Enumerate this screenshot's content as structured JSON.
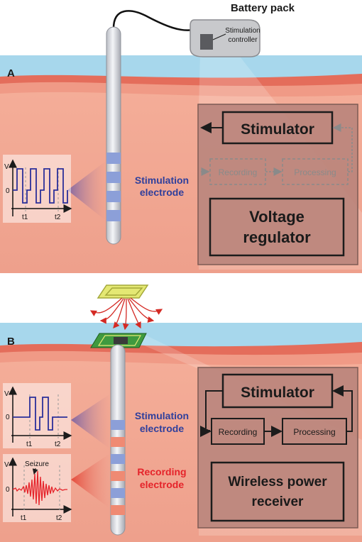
{
  "panel_a": {
    "letter": "A",
    "battery_label": "Battery pack",
    "controller_label": [
      "Stimulation",
      "controller"
    ],
    "electrode_label": [
      "Stimulation",
      "electrode"
    ],
    "blocks": {
      "stimulator": "Stimulator",
      "recording": "Recording",
      "processing": "Processing",
      "regulator": [
        "Voltage",
        "regulator"
      ]
    },
    "graph": {
      "y_label": "V",
      "zero": "0",
      "t1": "t1",
      "t2": "t2"
    }
  },
  "panel_b": {
    "letter": "B",
    "stim_label": [
      "Stimulation",
      "electrode"
    ],
    "rec_label": [
      "Recording",
      "electrode"
    ],
    "blocks": {
      "stimulator": "Stimulator",
      "recording": "Recording",
      "processing": "Processing",
      "receiver": [
        "Wireless power",
        "receiver"
      ]
    },
    "graph_top": {
      "y_label": "V",
      "zero": "0",
      "t1": "t1",
      "t2": "t2"
    },
    "graph_bottom": {
      "y_label": "V",
      "zero": "0",
      "t1": "t1",
      "t2": "t2",
      "annotation": "Seizure"
    }
  },
  "colors": {
    "water": "#9fd3ea",
    "tissue": "#f2a38f",
    "tissue_band": "#e56d5a",
    "box_fill": "#b9847b",
    "box_edge": "#4a2a24",
    "stim_text": "#2f3f9c",
    "rec_text": "#e5232a",
    "stim_ring": "#8d9ed8",
    "rec_ring": "#ef8a73"
  }
}
